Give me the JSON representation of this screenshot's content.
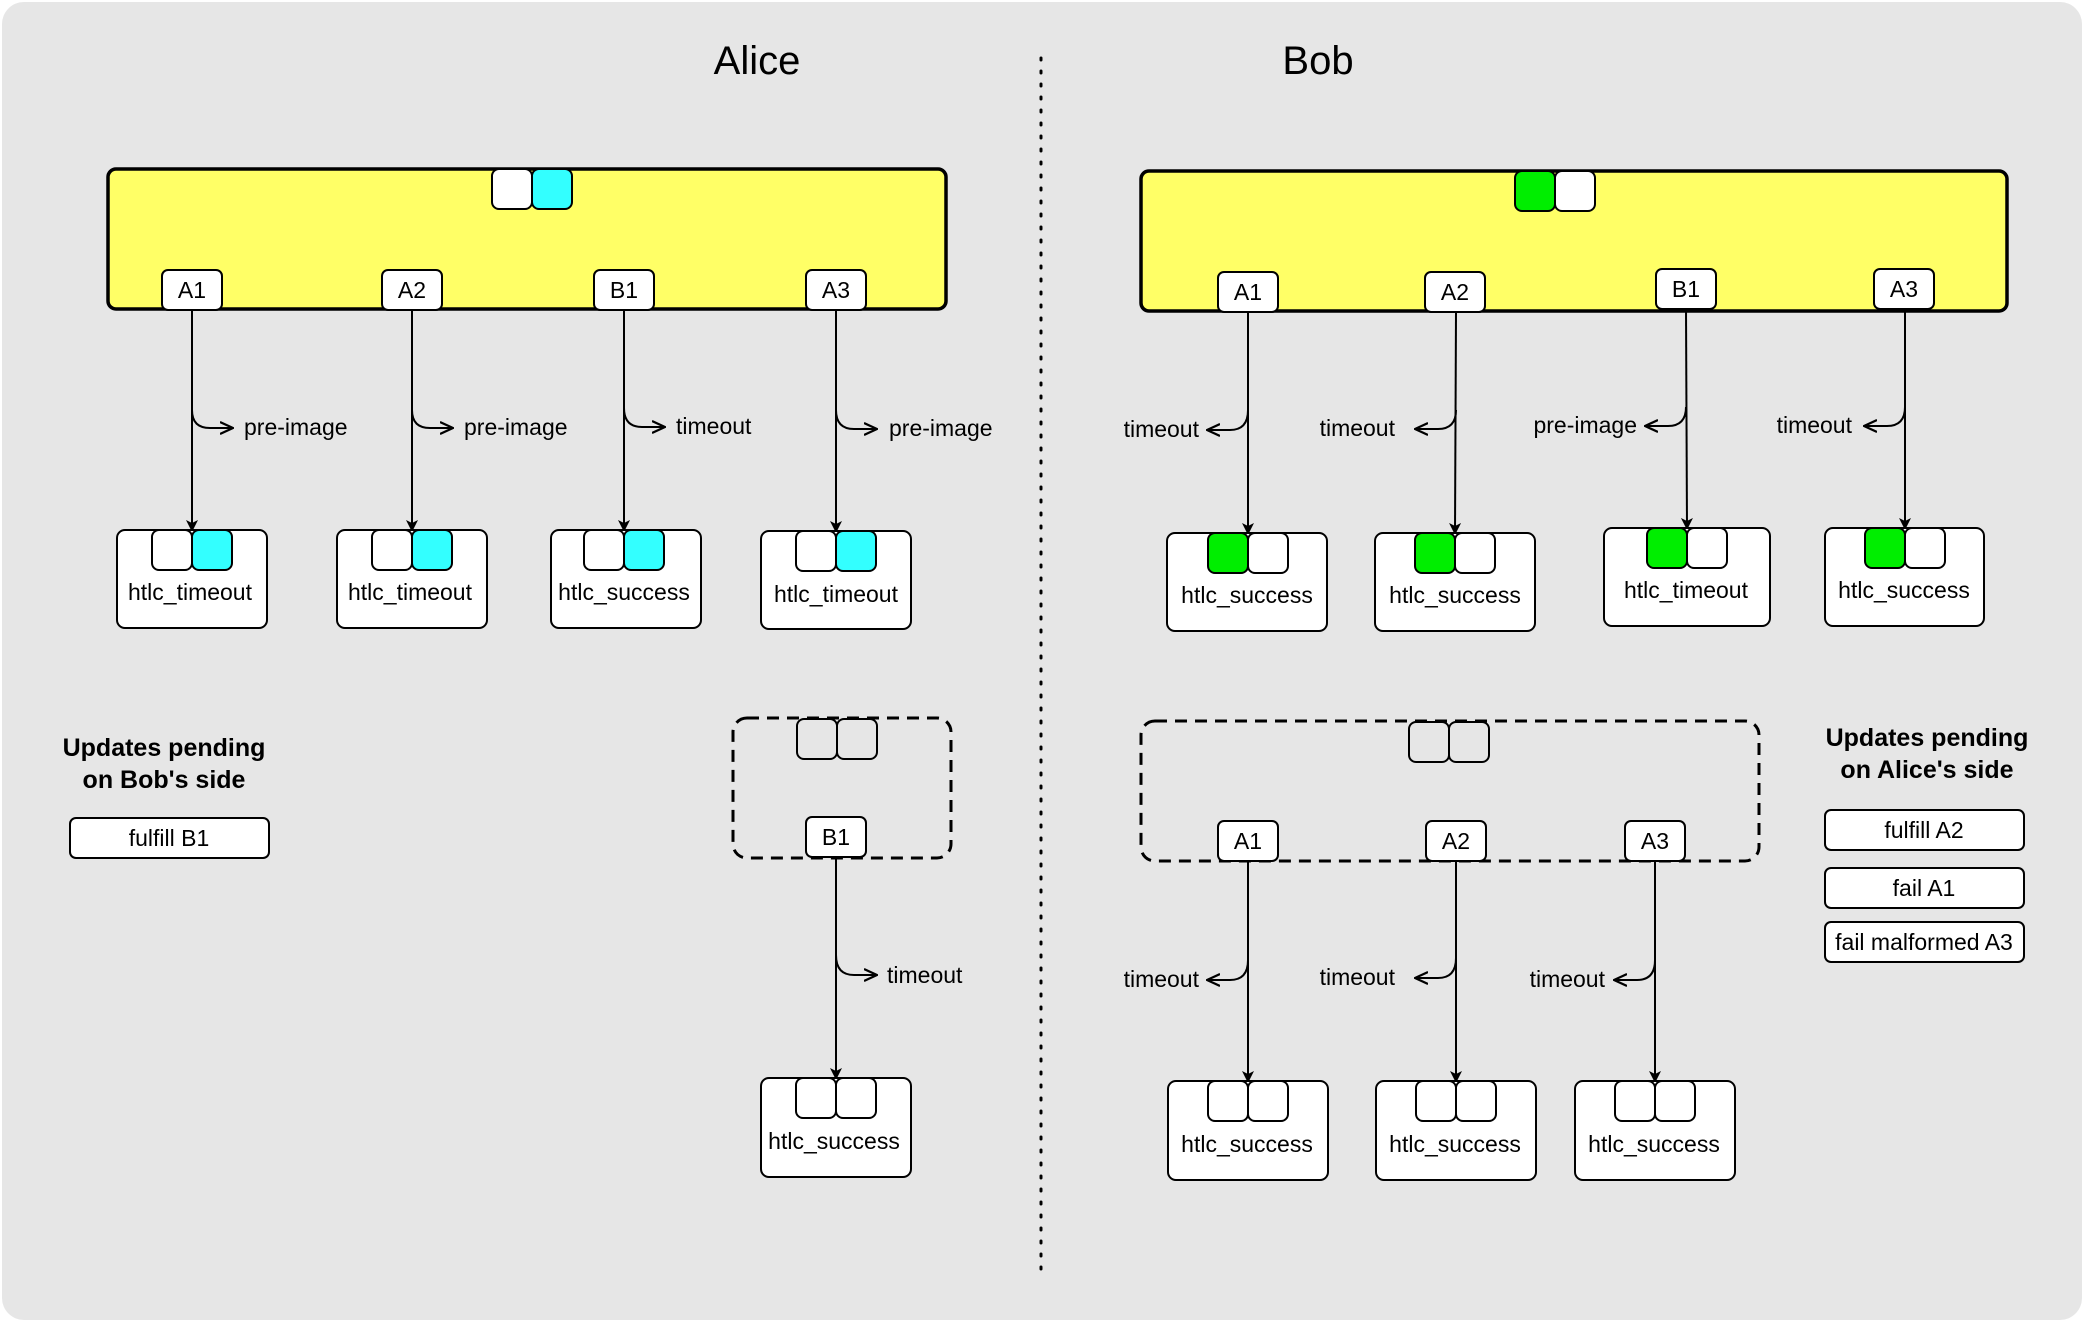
{
  "diagram": {
    "alice": {
      "title": "Alice",
      "commitment": {
        "outputs": [
          "A1",
          "A2",
          "B1",
          "A3"
        ],
        "edge_labels": [
          "pre-image",
          "pre-image",
          "timeout",
          "pre-image"
        ],
        "htlc_txs": [
          "htlc_timeout",
          "htlc_timeout",
          "htlc_success",
          "htlc_timeout"
        ]
      },
      "pending_commitment": {
        "outputs": [
          "B1"
        ],
        "edge_labels": [
          "timeout"
        ],
        "htlc_txs": [
          "htlc_success"
        ]
      },
      "pending": {
        "heading_line1": "Updates pending",
        "heading_line2": "on Bob's side",
        "items": [
          "fulfill B1"
        ]
      }
    },
    "bob": {
      "title": "Bob",
      "commitment": {
        "outputs": [
          "A1",
          "A2",
          "B1",
          "A3"
        ],
        "edge_labels": [
          "timeout",
          "timeout",
          "pre-image",
          "timeout"
        ],
        "htlc_txs": [
          "htlc_success",
          "htlc_success",
          "htlc_timeout",
          "htlc_success"
        ]
      },
      "pending_commitment": {
        "outputs": [
          "A1",
          "A2",
          "A3"
        ],
        "edge_labels": [
          "timeout",
          "timeout",
          "timeout"
        ],
        "htlc_txs": [
          "htlc_success",
          "htlc_success",
          "htlc_success"
        ]
      },
      "pending": {
        "heading_line1": "Updates pending",
        "heading_line2": "on Alice's side",
        "items": [
          "fulfill A2",
          "fail A1",
          "fail malformed A3"
        ]
      }
    },
    "colors": {
      "background": "#e6e6e6",
      "commitment_fill": "#ffff66",
      "alice_key": "#33ffff",
      "bob_key": "#00ee00",
      "box": "#ffffff",
      "stroke": "#000000"
    }
  }
}
